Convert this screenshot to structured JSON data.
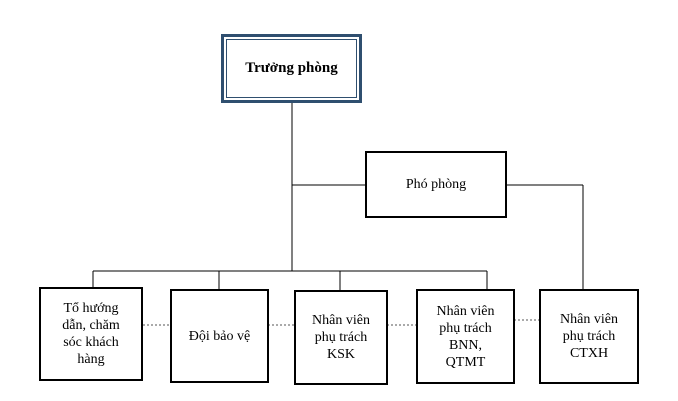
{
  "diagram": {
    "root": {
      "label": "Trưởng phòng"
    },
    "deputy": {
      "label": "Phó phòng"
    },
    "units": [
      {
        "id": "to-huong-dan",
        "lines": [
          "Tổ hướng",
          "dẫn, chăm",
          "sóc khách",
          "hàng"
        ]
      },
      {
        "id": "doi-bao-ve",
        "lines": [
          "Đội bảo vệ"
        ]
      },
      {
        "id": "nv-ksk",
        "lines": [
          "Nhân viên",
          "phụ trách",
          "KSK"
        ]
      },
      {
        "id": "nv-bnn",
        "lines": [
          "Nhân viên",
          "phụ trách",
          "BNN,",
          "QTMT"
        ]
      },
      {
        "id": "nv-ctxh",
        "lines": [
          "Nhân viên",
          "phụ trách",
          "CTXH"
        ]
      }
    ],
    "colors": {
      "root_border": "#2f4f6f",
      "line": "#000000",
      "dashed": "#555555"
    }
  }
}
